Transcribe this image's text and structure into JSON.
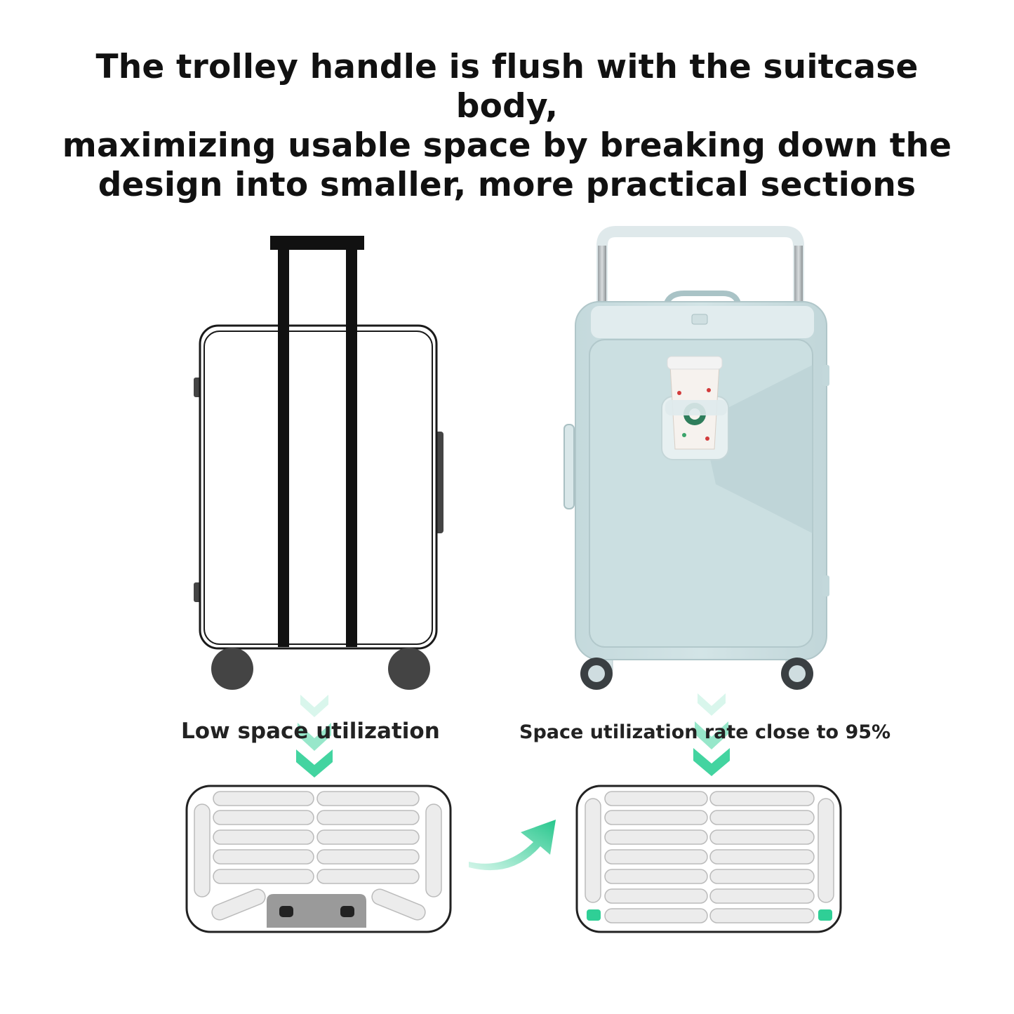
{
  "headline": {
    "line1": "The trolley handle is flush with the suitcase body,",
    "line2": "maximizing usable space by breaking down the",
    "line3": "design into smaller, more practical sections"
  },
  "comparison": {
    "left": {
      "caption": "Low space utilization",
      "illustration": "traditional-suitcase-outline",
      "layout": "cross-section-with-handle-housing"
    },
    "right": {
      "caption": "Space utilization rate close to 95%",
      "illustration": "mint-suitcase-with-cup-holder",
      "layout": "cross-section-full-use"
    }
  },
  "colors": {
    "accent_green": "#2fcf96",
    "suitcase_mint": "#cfe1e3",
    "outline_dark": "#1a1a1a"
  },
  "icons": [
    "chevron-down-icon",
    "curved-arrow-icon"
  ]
}
